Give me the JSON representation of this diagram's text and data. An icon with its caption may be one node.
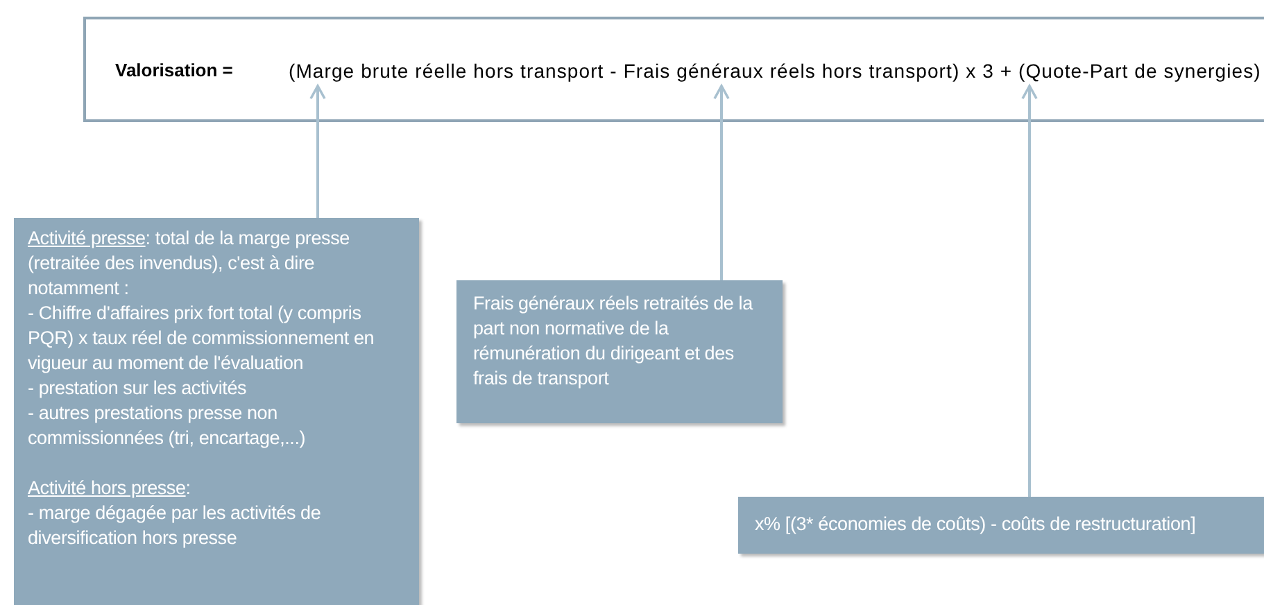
{
  "diagram": {
    "nodes": [
      {
        "text": [
          "Valorisation ="
        ]
      },
      {
        "text": [
          "(Marge brute réelle hors transport - Frais généraux réels hors transport) x 3 + (Quote-Part de synergies)"
        ],
        "in": 0
      },
      {
        "text": [
          "Activité presse",
          ": total de la marge presse (retraitée des invendus), c'est à dire notamment :",
          "- Chiffre d'affaires prix fort total (y compris PQR) x taux réel de commissionnement en vigueur au moment de l'évaluation",
          "- prestation sur les activités",
          "- autres prestations presse non commissionnées (tri, encartage,...)",
          "Activité hors presse",
          ":",
          "- marge dégagée par les activités de diversification hors presse"
        ]
      },
      {
        "text": [
          "Frais généraux réels retraités de la part non normative de la rémunération du dirigeant et des frais de transport"
        ]
      },
      {
        "text": [
          "x% [(3* économies de coûts) - coûts de restructuration]"
        ]
      }
    ],
    "edges": [
      {
        "from": 2,
        "to": 1,
        "arrow": "to"
      },
      {
        "from": 3,
        "to": 1,
        "arrow": "to"
      },
      {
        "from": 4,
        "to": 1,
        "arrow": "to"
      }
    ]
  }
}
